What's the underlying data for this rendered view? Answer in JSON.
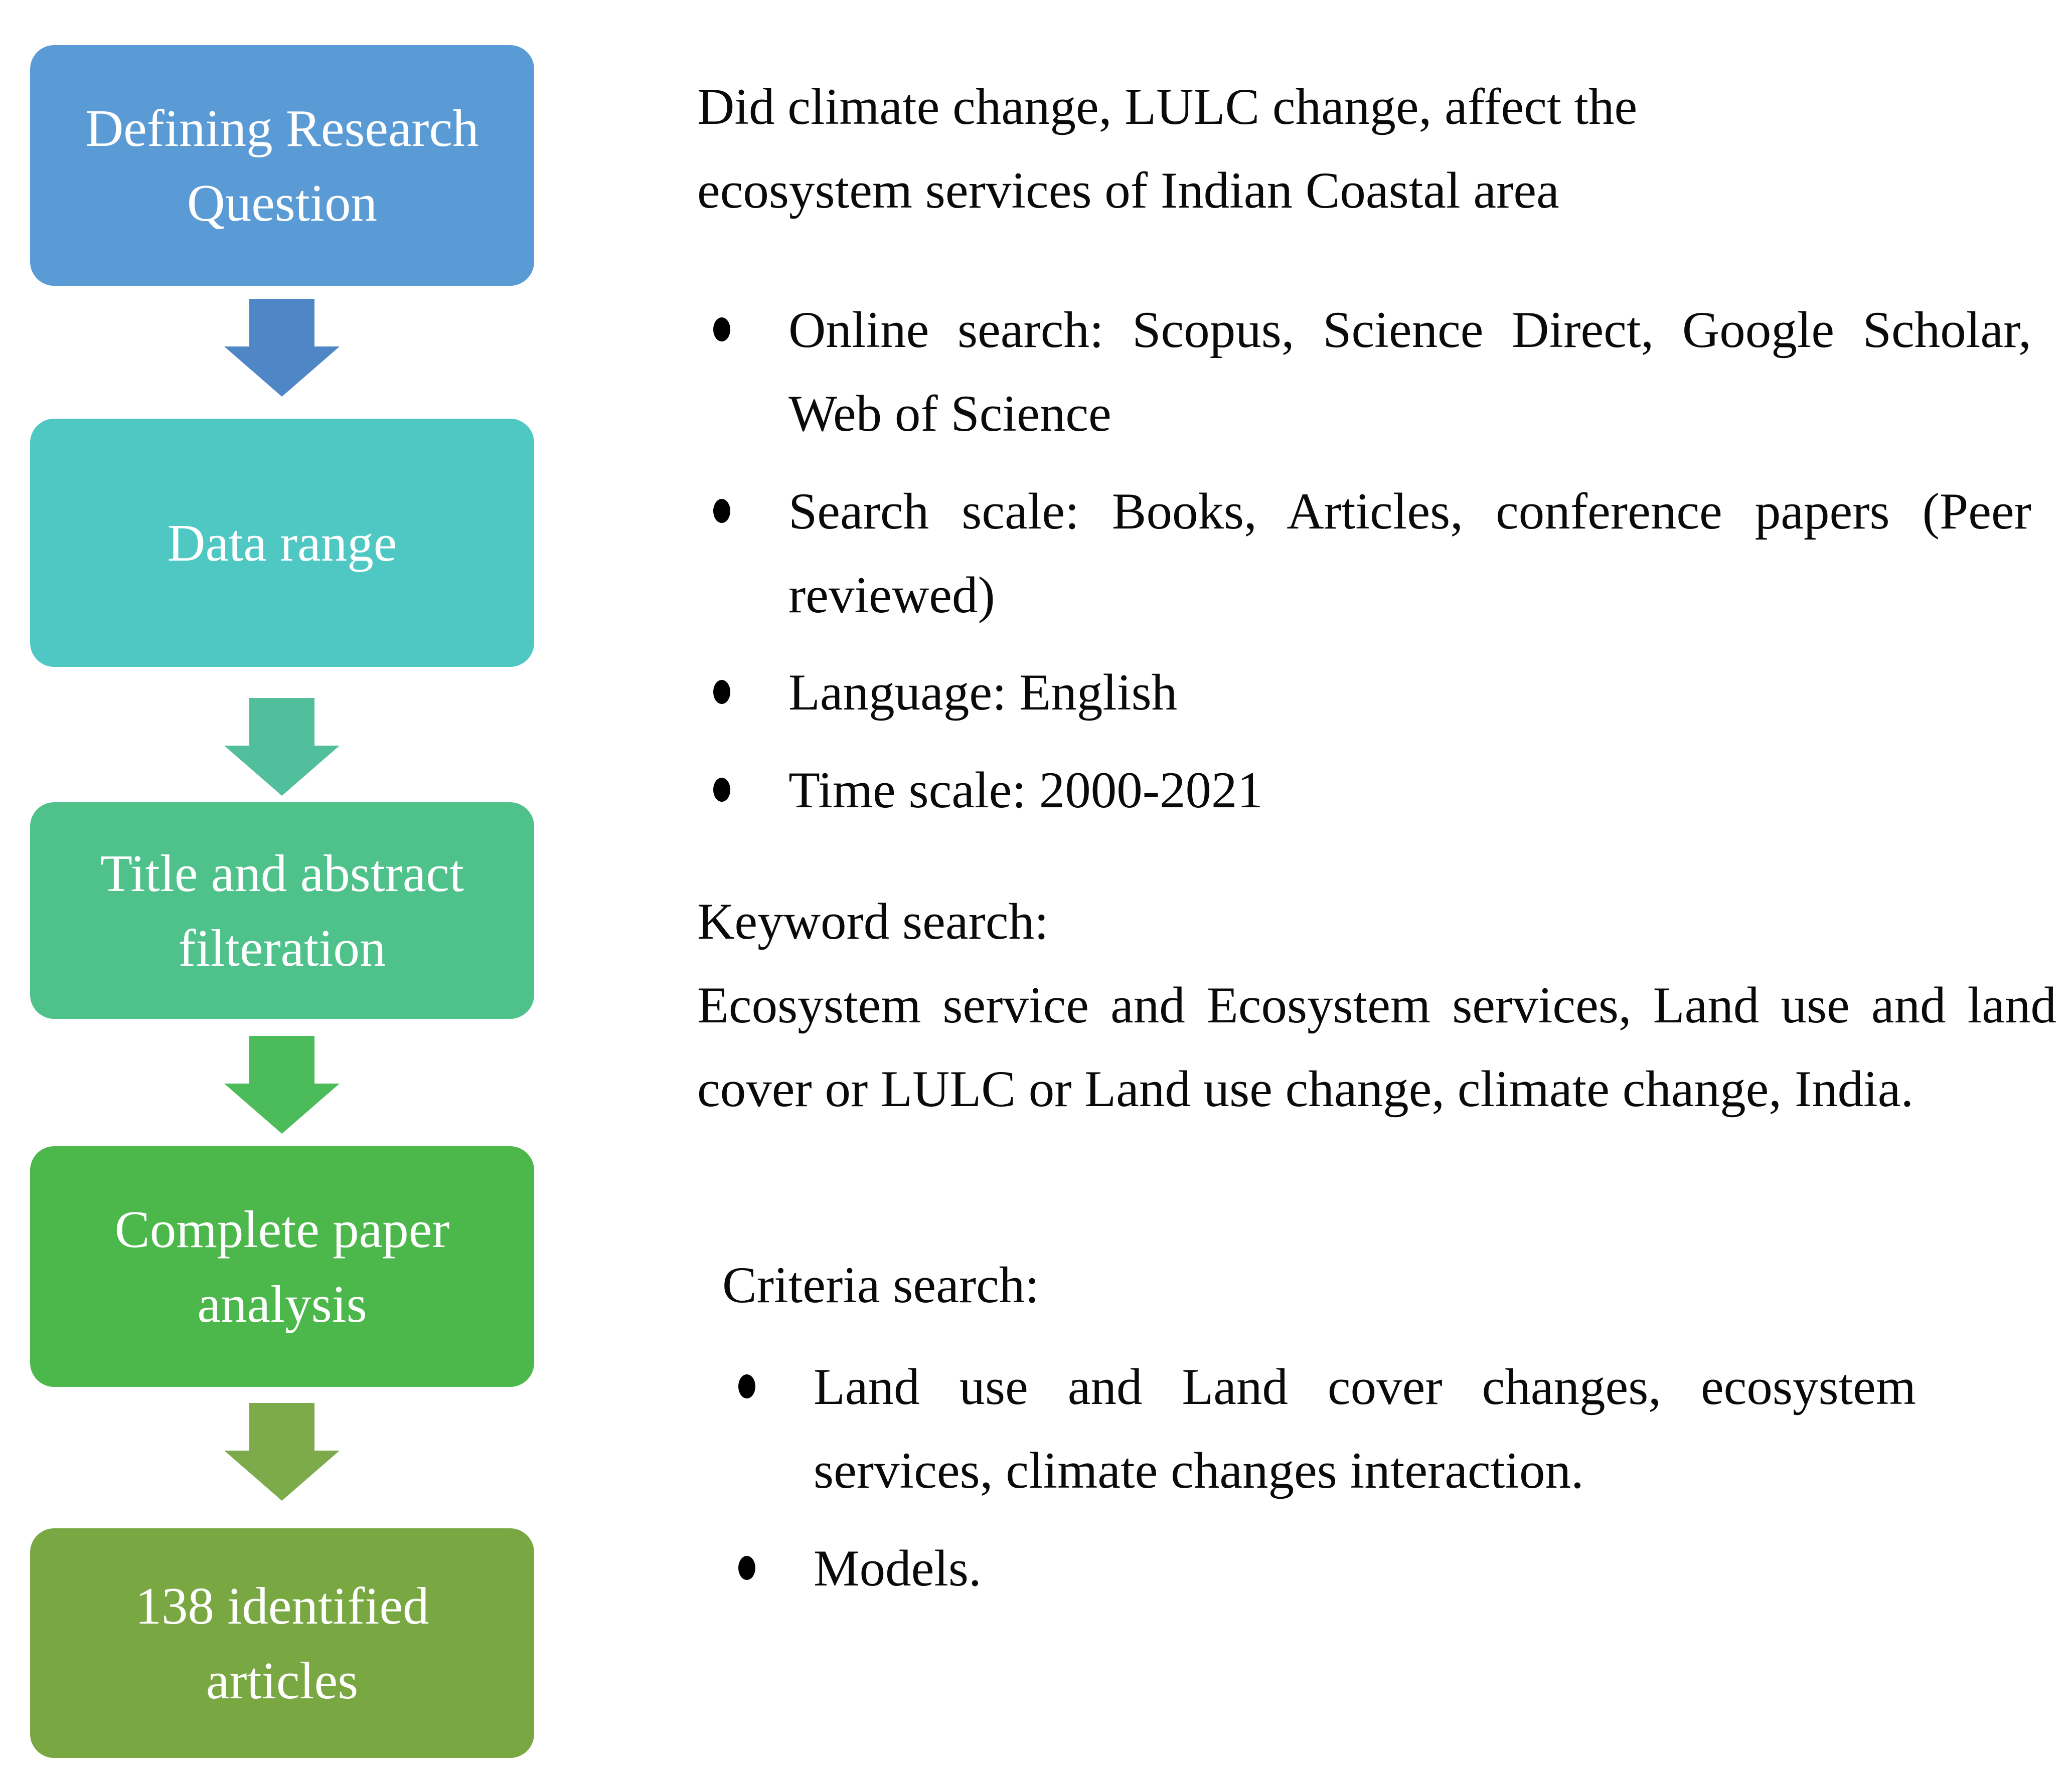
{
  "flowchart": {
    "steps": [
      {
        "label": "Defining Research Question",
        "color": "#5B9BD5"
      },
      {
        "label": "Data range",
        "color": "#4FC8C4"
      },
      {
        "label": "Title and abstract filteration",
        "color": "#4FC28C"
      },
      {
        "label": "Complete paper analysis",
        "color": "#4CB84C"
      },
      {
        "label": "138 identified articles",
        "color": "#79A843"
      }
    ],
    "arrows": [
      {
        "color": "#4E86C6"
      },
      {
        "color": "#52BF9C"
      },
      {
        "color": "#4BBC59"
      },
      {
        "color": "#7DAB4C"
      }
    ]
  },
  "right_panel": {
    "research_question": "Did climate change, LULC change, affect the ecosystem services of Indian Coastal area",
    "search_bullets": [
      "Online search: Scopus, Science Direct, Google Scholar, Web of Science",
      "Search scale: Books, Articles, conference papers (Peer reviewed)",
      "Language: English",
      "Time scale: 2000-2021"
    ],
    "keyword_search": {
      "heading": "Keyword search:",
      "body": "Ecosystem service and Ecosystem services, Land use and land cover or LULC or Land use change, climate change, India."
    },
    "criteria_search": {
      "heading": "Criteria search:",
      "bullets": [
        "Land use and Land cover changes, ecosystem services, climate changes interaction.",
        "Models."
      ]
    }
  }
}
